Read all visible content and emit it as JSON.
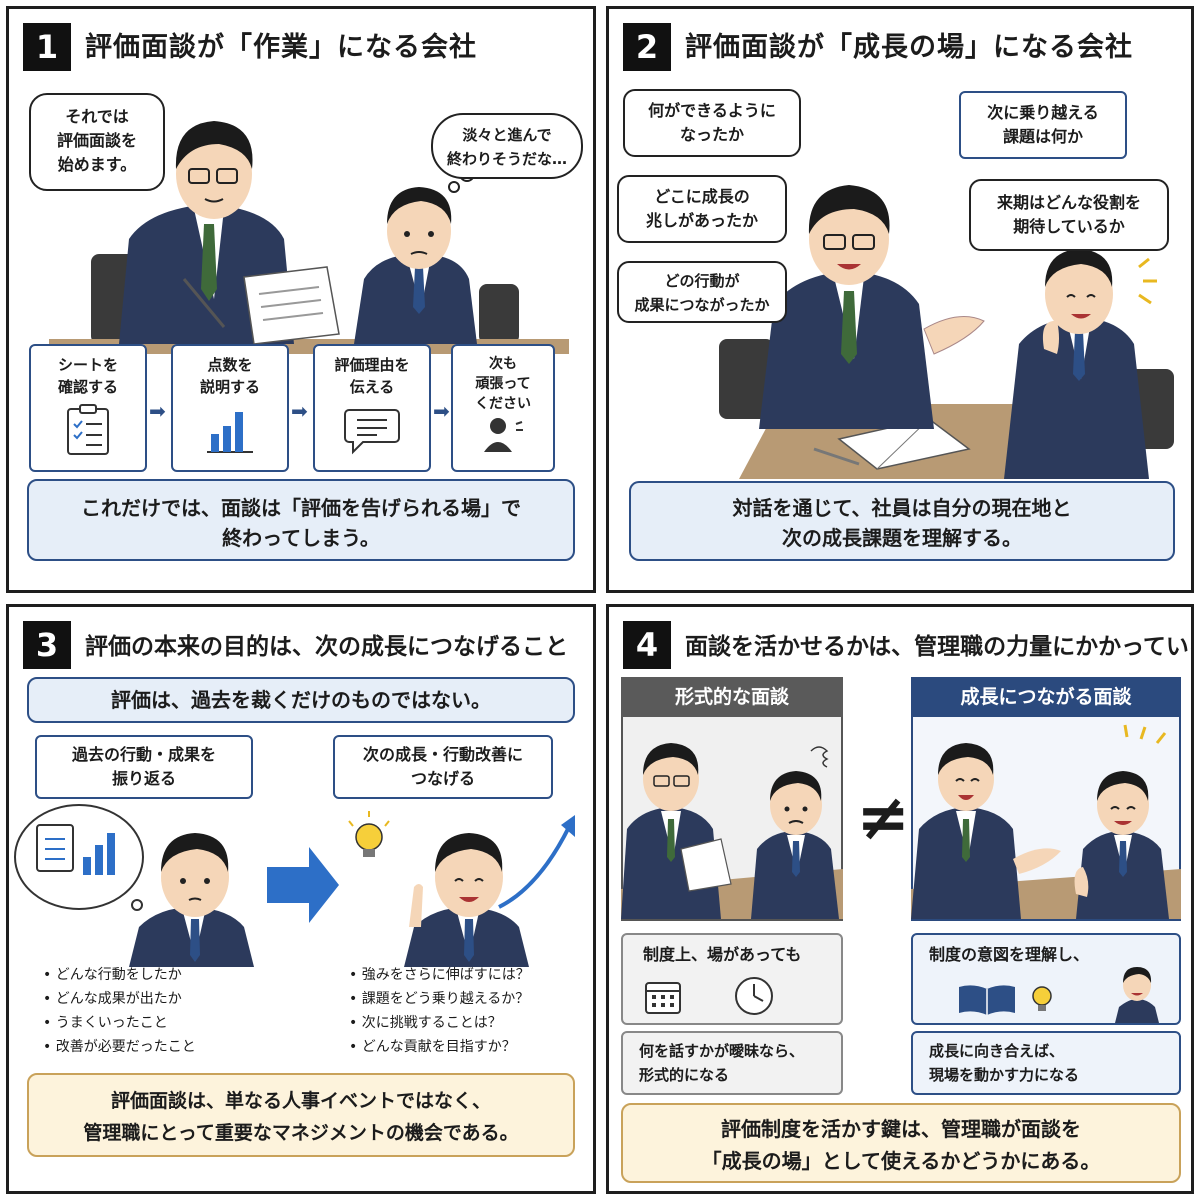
{
  "panel1": {
    "number": "1",
    "title": "評価面談が「作業」になる会社",
    "speech_manager": [
      "それでは",
      "評価面談を",
      "始めます。"
    ],
    "thought_employee": [
      "淡々と進んで",
      "終わりそうだな…"
    ],
    "steps": [
      {
        "lines": [
          "シートを",
          "確認する"
        ],
        "icon": "clipboard-icon"
      },
      {
        "lines": [
          "点数を",
          "説明する"
        ],
        "icon": "bar-chart-icon"
      },
      {
        "lines": [
          "評価理由を",
          "伝える"
        ],
        "icon": "speech-icon"
      },
      {
        "lines": [
          "次も",
          "頑張って",
          "ください"
        ],
        "icon": "person-icon"
      }
    ],
    "summary": [
      "これだけでは、面談は「評価を告げられる場」で",
      "終わってしまう。"
    ]
  },
  "panel2": {
    "number": "2",
    "title": "評価面談が「成長の場」になる会社",
    "bubbles": [
      [
        "何ができるように",
        "なったか"
      ],
      [
        "どこに成長の",
        "兆しがあったか"
      ],
      [
        "どの行動が",
        "成果につながったか"
      ],
      [
        "次に乗り越える",
        "課題は何か"
      ],
      [
        "来期はどんな役割を",
        "期待しているか"
      ]
    ],
    "summary": [
      "対話を通じて、社員は自分の現在地と",
      "次の成長課題を理解する。"
    ]
  },
  "panel3": {
    "number": "3",
    "title": "評価の本来の目的は、次の成長につなげること",
    "banner": "評価は、過去を裁くだけのものではない。",
    "left_label": [
      "過去の行動・成果を",
      "振り返る"
    ],
    "right_label": [
      "次の成長・行動改善に",
      "つなげる"
    ],
    "left_bullets": [
      "どんな行動をしたか",
      "どんな成果が出たか",
      "うまくいったこと",
      "改善が必要だったこと"
    ],
    "right_bullets": [
      "強みをさらに伸ばすには？",
      "課題をどう乗り越えるか？",
      "次に挑戦することは？",
      "どんな貢献を目指すか？"
    ],
    "summary": [
      "評価面談は、単なる人事イベントではなく、",
      "管理職にとって重要なマネジメントの機会である。"
    ]
  },
  "panel4": {
    "number": "4",
    "title": "面談を活かせるかは、管理職の力量にかかっている",
    "left_head": "形式的な面談",
    "right_head": "成長につながる面談",
    "not_equal": "≠",
    "left_box1": "制度上、場があっても",
    "left_box2": [
      "何を話すかが曖昧なら、",
      "形式的になる"
    ],
    "right_box1": "制度の意図を理解し、",
    "right_box2": [
      "成長に向き合えば、",
      "現場を動かす力になる"
    ],
    "summary": [
      "評価制度を活かす鍵は、管理職が面談を",
      "「成長の場」として使えるかどうかにある。"
    ]
  },
  "colors": {
    "navy": "#2d4f86",
    "suit": "#2c3a5c",
    "desk": "#b89a74",
    "summary_blue": "#e6eef8",
    "summary_yellow": "#fdf3dc",
    "gold": "#e8b820"
  }
}
